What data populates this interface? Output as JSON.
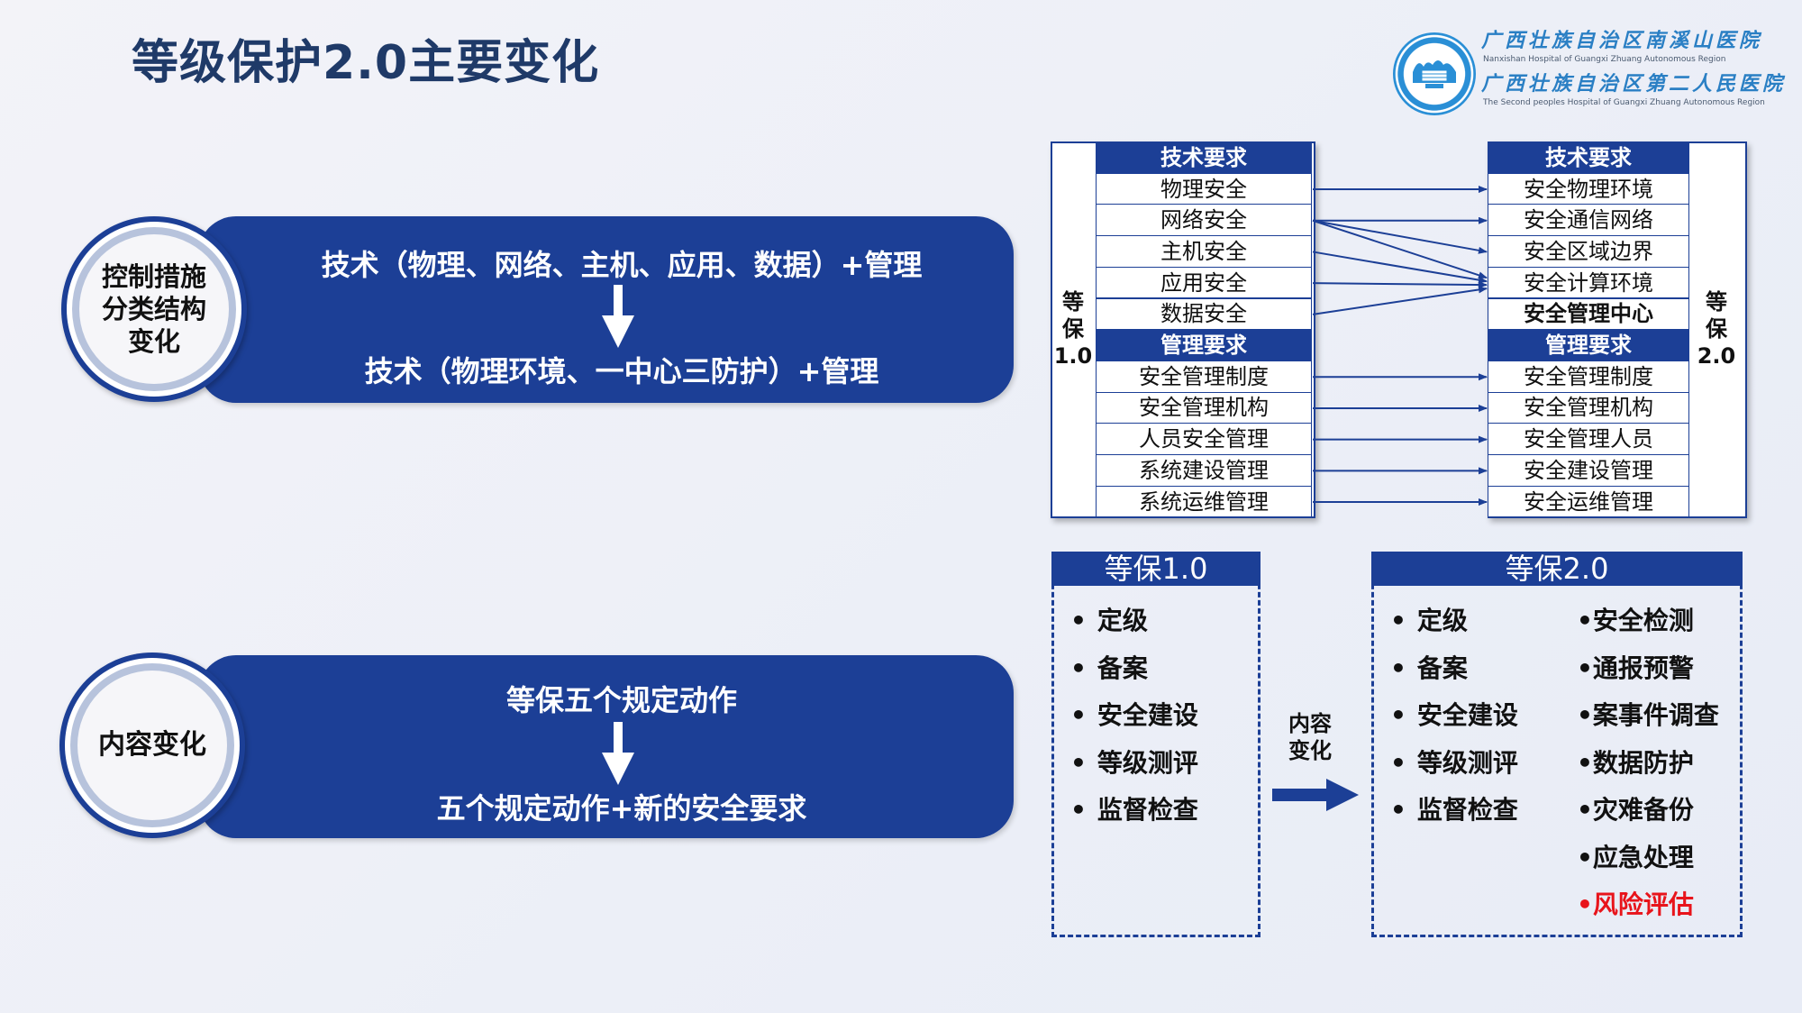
{
  "slide": {
    "title": "等级保护2.0主要变化"
  },
  "logo": {
    "name_cn_1": "广西壮族自治区南溪山医院",
    "name_en_1": "Nanxishan Hospital of Guangxi Zhuang Autonomous Region",
    "name_cn_2": "广西壮族自治区第二人民医院",
    "name_en_2": "The Second peoples Hospital of Guangxi Zhuang Autonomous Region",
    "icon": "hospital-emblem-icon"
  },
  "changes": [
    {
      "label_lines": [
        "控制措施",
        "分类结构",
        "变化"
      ],
      "from": "技术（物理、网络、主机、应用、数据）+管理",
      "to": "技术（物理环境、一中心三防护）+管理"
    },
    {
      "label_lines": [
        "内容变化"
      ],
      "from": "等保五个规定动作",
      "to": "五个规定动作+新的安全要求"
    }
  ],
  "mapping": {
    "left_label": [
      "等",
      "保",
      "1.0"
    ],
    "right_label": [
      "等",
      "保",
      "2.0"
    ],
    "left_rows": [
      {
        "text": "技术要求",
        "type": "header"
      },
      {
        "text": "物理安全"
      },
      {
        "text": "网络安全"
      },
      {
        "text": "主机安全"
      },
      {
        "text": "应用安全"
      },
      {
        "text": "数据安全"
      },
      {
        "text": "管理要求",
        "type": "header"
      },
      {
        "text": "安全管理制度"
      },
      {
        "text": "安全管理机构"
      },
      {
        "text": "人员安全管理"
      },
      {
        "text": "系统建设管理"
      },
      {
        "text": "系统运维管理"
      }
    ],
    "right_rows": [
      {
        "text": "技术要求",
        "type": "header"
      },
      {
        "text": "安全物理环境"
      },
      {
        "text": "安全通信网络"
      },
      {
        "text": "安全区域边界"
      },
      {
        "text": "安全计算环境"
      },
      {
        "text": "安全管理中心",
        "type": "bold"
      },
      {
        "text": "管理要求",
        "type": "header"
      },
      {
        "text": "安全管理制度"
      },
      {
        "text": "安全管理机构"
      },
      {
        "text": "安全管理人员"
      },
      {
        "text": "安全建设管理"
      },
      {
        "text": "安全运维管理"
      }
    ],
    "arrows": [
      {
        "from": "物理安全",
        "to": "安全物理环境"
      },
      {
        "from": "网络安全",
        "to": "安全通信网络"
      },
      {
        "from": "网络安全",
        "to": "安全区域边界"
      },
      {
        "from": "网络安全",
        "to": "安全计算环境"
      },
      {
        "from": "主机安全",
        "to": "安全计算环境"
      },
      {
        "from": "应用安全",
        "to": "安全计算环境"
      },
      {
        "from": "数据安全",
        "to": "安全计算环境"
      },
      {
        "from": "安全管理制度",
        "to": "安全管理制度"
      },
      {
        "from": "安全管理机构",
        "to": "安全管理机构"
      },
      {
        "from": "人员安全管理",
        "to": "安全管理人员"
      },
      {
        "from": "系统建设管理",
        "to": "安全建设管理"
      },
      {
        "from": "系统运维管理",
        "to": "安全运维管理"
      }
    ]
  },
  "content": {
    "v1_title": "等保1.0",
    "v1_items": [
      "定级",
      "备案",
      "安全建设",
      "等级测评",
      "监督检查"
    ],
    "arrow_label_lines": [
      "内容",
      "变化"
    ],
    "v2_title": "等保2.0",
    "v2_items_left": [
      "定级",
      "备案",
      "安全建设",
      "等级测评",
      "监督检查"
    ],
    "v2_items_right": [
      {
        "text": "安全检测"
      },
      {
        "text": "通报预警"
      },
      {
        "text": "案事件调查"
      },
      {
        "text": "数据防护"
      },
      {
        "text": "灾难备份"
      },
      {
        "text": "应急处理"
      },
      {
        "text": "风险评估",
        "highlight": true
      }
    ],
    "bullet": "•"
  },
  "colors": {
    "brand_blue": "#1c3f96",
    "title_navy": "#1f3a68",
    "highlight_red": "#e8141b",
    "logo_blue": "#2a8fd6"
  }
}
